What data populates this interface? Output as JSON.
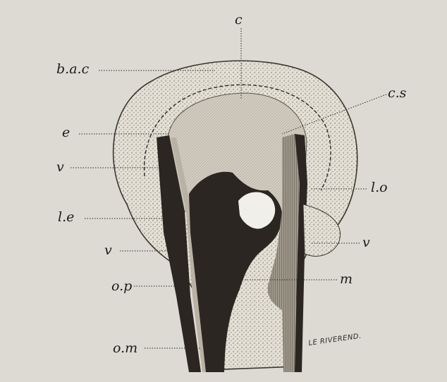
{
  "labels": {
    "c": "c",
    "bac": "b.a.c",
    "cs": "c.s",
    "e": "e",
    "v_upper": "v",
    "lo": "l.o",
    "le": "l.e",
    "v_mid_left": "v",
    "v_mid_right": "v",
    "op": "o.p",
    "m": "m",
    "om": "o.m"
  },
  "signature": "LE RIVEREND.",
  "colors": {
    "background": "#dcdad3",
    "ink": "#1c1b18",
    "dark_tissue": "#2b2622",
    "stippled_cap": "#e3dfd4",
    "inner_chamber": "#cfc9bd"
  }
}
